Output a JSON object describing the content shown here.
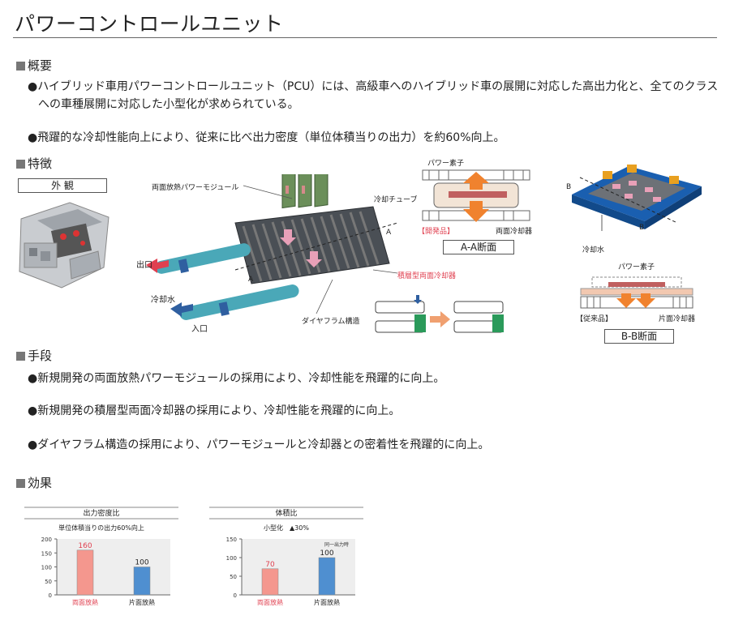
{
  "title": "パワーコントロールユニット",
  "overview": {
    "heading": "概要",
    "bullet1_line1": "●ハイブリッド車用パワーコントロールユニット（PCU）には、高級車へのハイブリッド車の展開に対応した高出力化と、全てのクラス",
    "bullet1_line2": "への車種展開に対応した小型化が求められている。",
    "bullet2": "●飛躍的な冷却性能向上により、従来に比べ出力密度（単位体積当りの出力）を約60%向上。"
  },
  "features": {
    "heading": "特徴",
    "exterior_label": "外 観",
    "module_label": "両面放熱パワーモジュール",
    "outlet_label": "出口",
    "coolant_label": "冷却水",
    "inlet_label": "入口",
    "a_mark": "A",
    "cooler_label": "積層型両面冷却器",
    "diaphragm_label": "ダイヤフラム構造",
    "aa": {
      "power_element": "パワー素子",
      "cooling_tube": "冷却チューブ",
      "developed": "【開発品】",
      "double_cooler": "両面冷却器",
      "section": "A-A断面"
    },
    "bb": {
      "b_mark": "B",
      "coolant": "冷却水",
      "power_element": "パワー素子",
      "conventional": "【従来品】",
      "single_cooler": "片面冷却器",
      "section": "B-B断面"
    }
  },
  "means": {
    "heading": "手段",
    "items": [
      "●新規開発の両面放熱パワーモジュールの採用により、冷却性能を飛躍的に向上。",
      "●新規開発の積層型両面冷却器の採用により、冷却性能を飛躍的に向上。",
      "●ダイヤフラム構造の採用により、パワーモジュールと冷却器との密着性を飛躍的に向上。"
    ]
  },
  "effects": {
    "heading": "効果"
  },
  "chart_data": [
    {
      "type": "bar",
      "title": "出力密度比",
      "subtitle": "単位体積当りの出力60%向上",
      "categories": [
        "両面放熱",
        "片面放熱"
      ],
      "values": [
        160,
        100
      ],
      "colors": [
        "#f4978e",
        "#4f8fd0"
      ],
      "label_colors": [
        "#e04050",
        "#222222"
      ],
      "ylim": [
        0,
        200
      ],
      "yticks": [
        0,
        50,
        100,
        150,
        200
      ],
      "note": ""
    },
    {
      "type": "bar",
      "title": "体積比",
      "subtitle": "小型化　▲30%",
      "categories": [
        "両面放熱",
        "片面放熱"
      ],
      "values": [
        70,
        100
      ],
      "colors": [
        "#f4978e",
        "#4f8fd0"
      ],
      "label_colors": [
        "#e04050",
        "#222222"
      ],
      "ylim": [
        0,
        150
      ],
      "yticks": [
        0,
        50,
        100,
        150
      ],
      "note": "同一出力時"
    }
  ]
}
